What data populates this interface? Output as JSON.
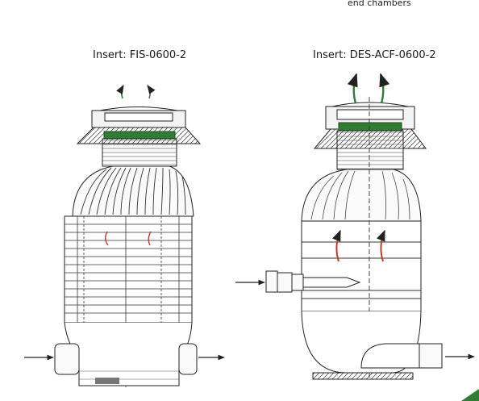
{
  "caption": "end chambers",
  "left": {
    "insert_label": "Insert: FIS-0600-2"
  },
  "right": {
    "insert_label": "Insert: DES-ACF-0600-2"
  },
  "colors": {
    "green_filter": "#2e7d32",
    "green_arrow": "#2f7a3d",
    "red_arrow": "#c0392b",
    "line": "#222222"
  }
}
